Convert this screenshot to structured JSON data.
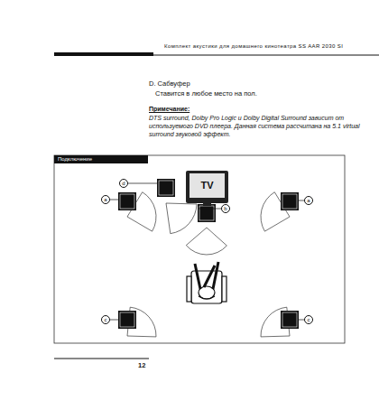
{
  "diagram": {
    "title": "Комплект акустики для домашнего кинотеатра SS AAR 2030 SI",
    "nodes": [
      {
        "text": [
          "TV"
        ]
      },
      {
        "text": [
          "d"
        ]
      },
      {
        "text": [
          "a"
        ]
      },
      {
        "text": [
          "b"
        ]
      },
      {
        "text": [
          "a"
        ]
      },
      {
        "text": [
          "c"
        ]
      },
      {
        "text": [
          "c"
        ]
      }
    ],
    "labels": [
      "D. Сабвуфер",
      "Ставится в любое место на пол.",
      "Примечание:",
      "DTS surround, Dolby Pro Logic и Dolby Digital Surround зависит от используемого DVD плеера. Данная система рассчитана на 5.1 virtual surround звуковой эффект.",
      "Подключение",
      "12"
    ]
  }
}
